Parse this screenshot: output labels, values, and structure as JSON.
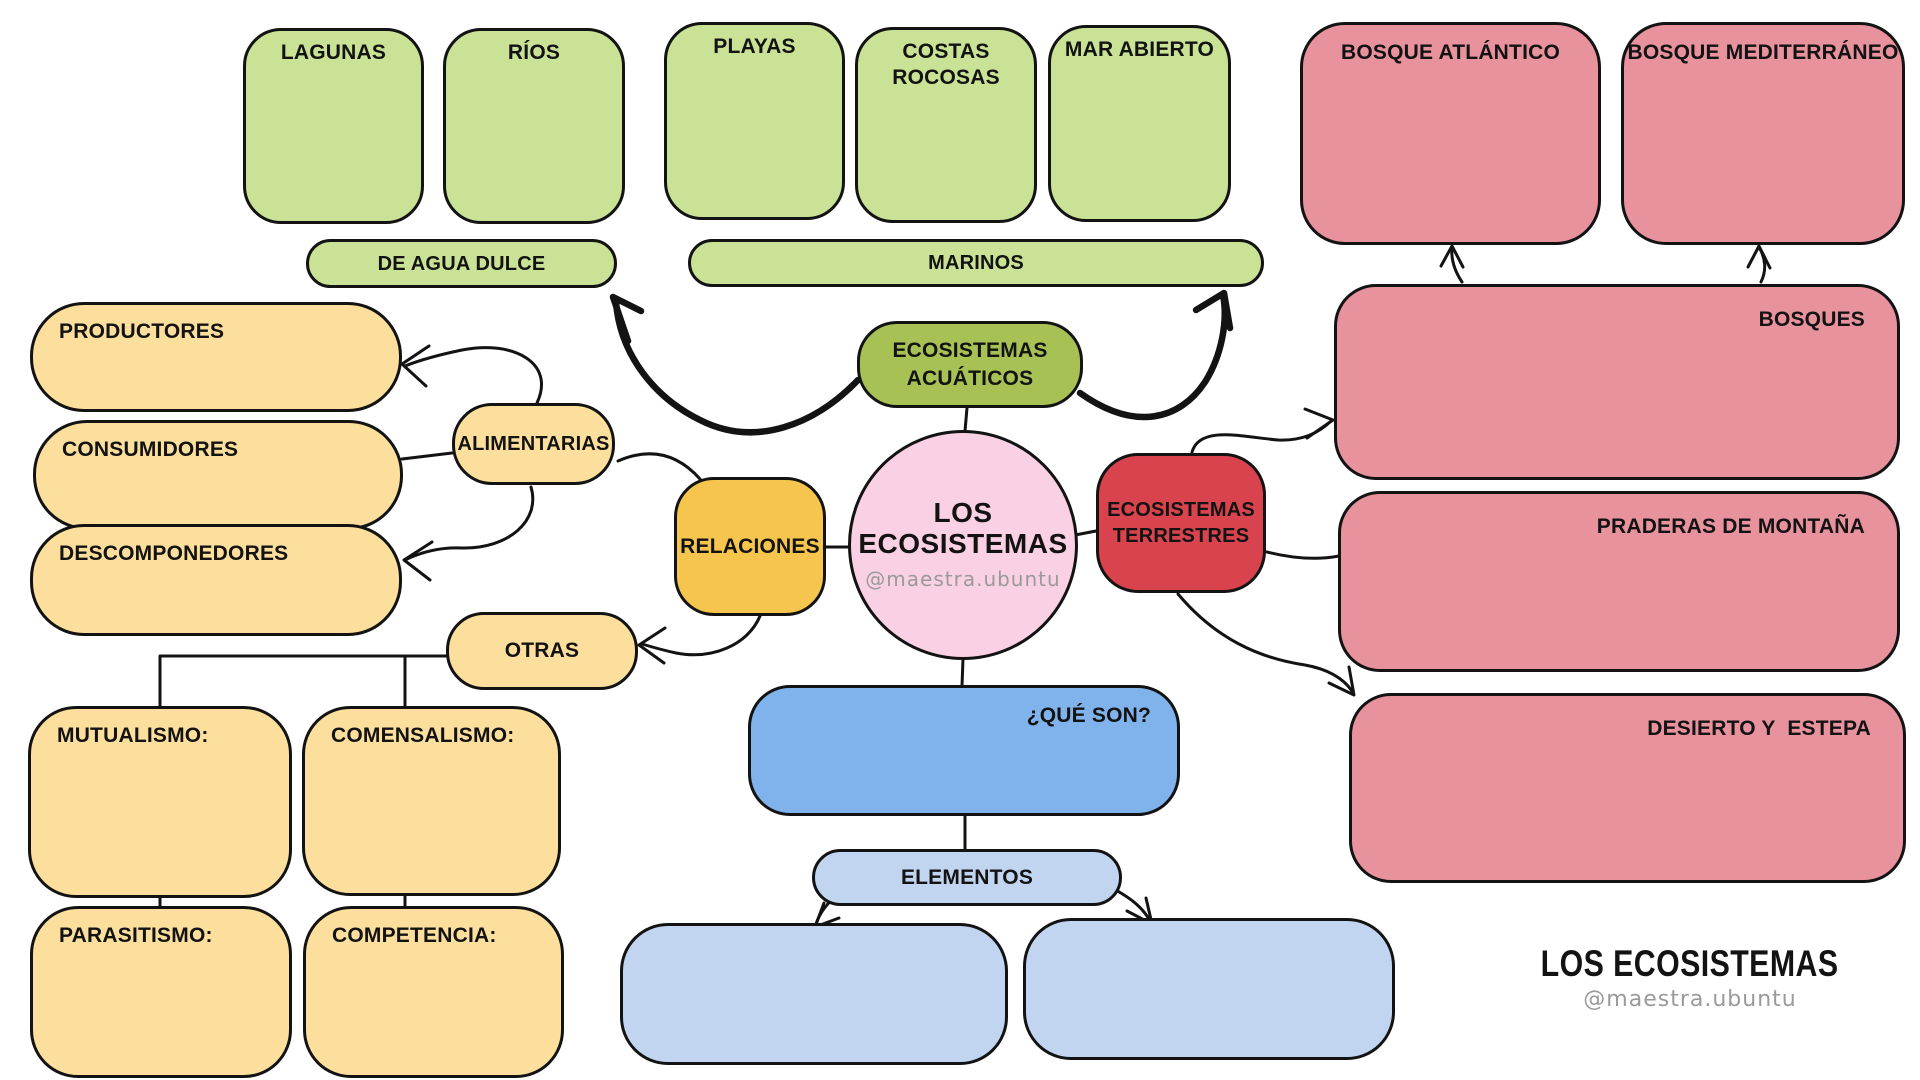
{
  "colors": {
    "background": "#ffffff",
    "outline": "#131313",
    "green_light": "#c9e295",
    "green_dark": "#a7c155",
    "rose": "#e8929e",
    "red": "#d8434e",
    "pink": "#f9d0e4",
    "yellow": "#fcdf9d",
    "orange": "#f6c54e",
    "blue": "#80b2ec",
    "blue_light": "#c1d5f1",
    "watermark_gray": "#9a9a9a"
  },
  "center": {
    "title_line1": "LOS",
    "title_line2": "ECOSISTEMAS",
    "watermark": "@maestra.ubuntu"
  },
  "aquatic": {
    "hub_line1": "ECOSISTEMAS",
    "hub_line2": "ACUÁTICOS",
    "freshwater_label": "DE AGUA DULCE",
    "marine_label": "MARINOS",
    "lagunas": "LAGUNAS",
    "rios": "RÍOS",
    "playas": "PLAYAS",
    "costas_line1": "COSTAS",
    "costas_line2": "ROCOSAS",
    "mar_abierto": "MAR ABIERTO"
  },
  "terrestrial": {
    "hub_line1": "ECOSISTEMAS",
    "hub_line2": "TERRESTRES",
    "bosques": "BOSQUES",
    "bosque_atlantico": "BOSQUE ATLÁNTICO",
    "bosque_mediterraneo": "BOSQUE MEDITERRÁNEO",
    "praderas": "PRADERAS DE MONTAÑA",
    "desierto": "DESIERTO Y  ESTEPA"
  },
  "relations": {
    "hub": "RELACIONES",
    "alimentarias": "ALIMENTARIAS",
    "productores": "PRODUCTORES",
    "consumidores": "CONSUMIDORES",
    "descomponedores": "DESCOMPONEDORES",
    "otras": "OTRAS",
    "mutualismo": "MUTUALISMO:",
    "comensalismo": "COMENSALISMO:",
    "parasitismo": "PARASITISMO:",
    "competencia": "COMPETENCIA:"
  },
  "definition": {
    "que_son": "¿QUÉ SON?",
    "elementos": "ELEMENTOS"
  },
  "signature": {
    "title": "LOS ECOSISTEMAS",
    "handle": "@maestra.ubuntu"
  }
}
